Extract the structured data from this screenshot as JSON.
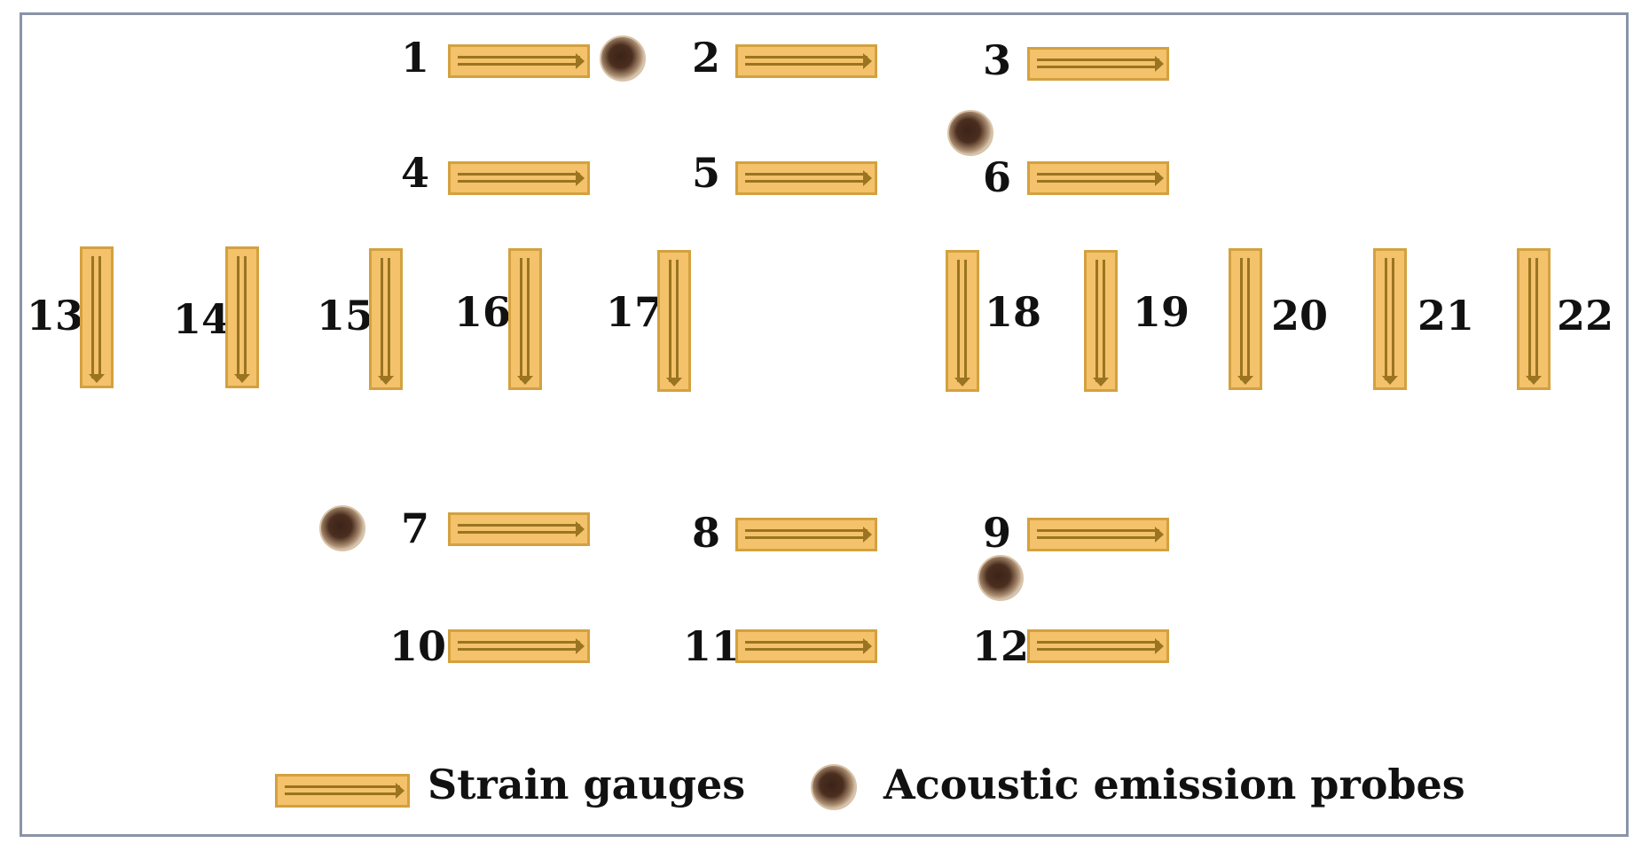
{
  "labels": {
    "g1": "1",
    "g2": "2",
    "g3": "3",
    "g4": "4",
    "g5": "5",
    "g6": "6",
    "g7": "7",
    "g8": "8",
    "g9": "9",
    "g10": "10",
    "g11": "11",
    "g12": "12",
    "g13": "13",
    "g14": "14",
    "g15": "15",
    "g16": "16",
    "g17": "17",
    "g18": "18",
    "g19": "19",
    "g20": "20",
    "g21": "21",
    "g22": "22"
  },
  "legend": {
    "strain_gauges": "Strain gauges",
    "acoustic_emission_probes": "Acoustic emission probes"
  },
  "colors": {
    "gauge_fill": "#f4c26b",
    "gauge_border": "#d3a13f",
    "gauge_line": "#9a7421",
    "probe_center": "#3a2418",
    "frame_border": "#8a93a8"
  }
}
